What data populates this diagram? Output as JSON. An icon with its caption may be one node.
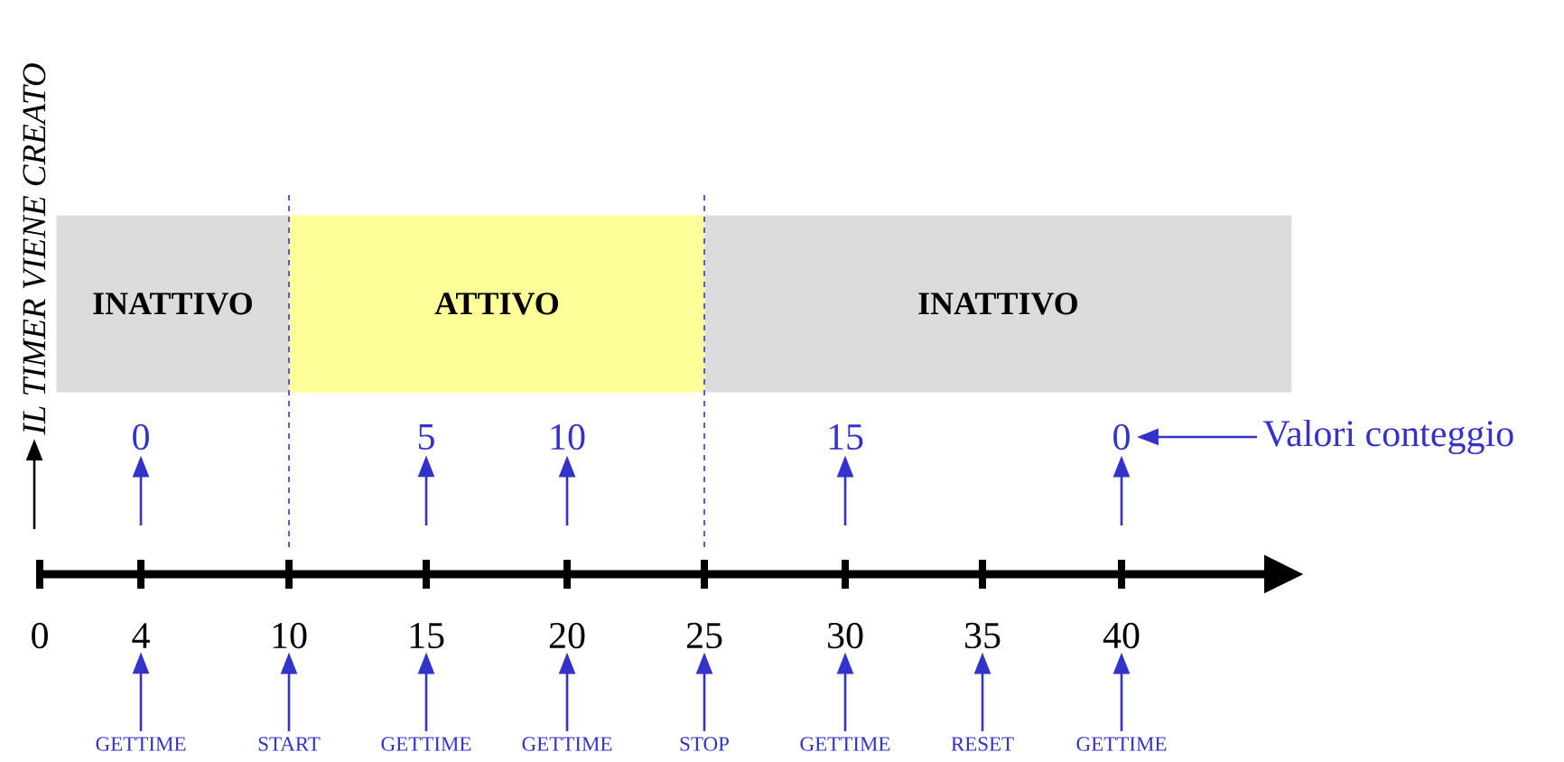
{
  "diagram": {
    "nodes": [
      {
        "text": [
          "IL TIMER VIENE CREATO"
        ]
      },
      {
        "text": [
          "INATTIVO"
        ]
      },
      {
        "text": [
          "ATTIVO"
        ]
      },
      {
        "text": [
          "INATTIVO"
        ]
      },
      {
        "text": [
          "0"
        ]
      },
      {
        "text": [
          "5"
        ]
      },
      {
        "text": [
          "10"
        ]
      },
      {
        "text": [
          "15"
        ]
      },
      {
        "text": [
          "0"
        ]
      },
      {
        "text": [
          "Valori conteggio"
        ]
      },
      {
        "text": [
          "GETTIME"
        ]
      },
      {
        "text": [
          "START"
        ]
      },
      {
        "text": [
          "GETTIME"
        ]
      },
      {
        "text": [
          "GETTIME"
        ]
      },
      {
        "text": [
          "STOP"
        ]
      },
      {
        "text": [
          "GETTIME"
        ]
      },
      {
        "text": [
          "RESET"
        ]
      },
      {
        "text": [
          "GETTIME"
        ]
      },
      {
        "text": [
          "4"
        ]
      },
      {
        "text": [
          "10"
        ]
      },
      {
        "text": [
          "15"
        ]
      },
      {
        "text": [
          "20"
        ]
      },
      {
        "text": [
          "25"
        ]
      },
      {
        "text": [
          "30"
        ]
      },
      {
        "text": [
          "35"
        ]
      },
      {
        "text": [
          "40"
        ]
      }
    ],
    "edges": [
      {
        "from": null,
        "to": 0,
        "arrow": "to",
        "color": "#000000"
      },
      {
        "from": null,
        "to": 4,
        "arrow": "to"
      },
      {
        "from": null,
        "to": 5,
        "arrow": "to"
      },
      {
        "from": null,
        "to": 6,
        "arrow": "to"
      },
      {
        "from": null,
        "to": 7,
        "arrow": "to"
      },
      {
        "from": null,
        "to": 8,
        "arrow": "to"
      },
      {
        "from": 9,
        "to": 8,
        "arrow": "to"
      },
      {
        "from": 10,
        "to": 18,
        "arrow": "to"
      },
      {
        "from": 11,
        "to": 19,
        "arrow": "to"
      },
      {
        "from": 12,
        "to": 20,
        "arrow": "to"
      },
      {
        "from": 13,
        "to": 21,
        "arrow": "to"
      },
      {
        "from": 14,
        "to": 22,
        "arrow": "to"
      },
      {
        "from": 15,
        "to": 23,
        "arrow": "to"
      },
      {
        "from": 16,
        "to": 24,
        "arrow": "to"
      },
      {
        "from": 17,
        "to": 25,
        "arrow": "to"
      }
    ],
    "labels": [
      "0"
    ]
  }
}
